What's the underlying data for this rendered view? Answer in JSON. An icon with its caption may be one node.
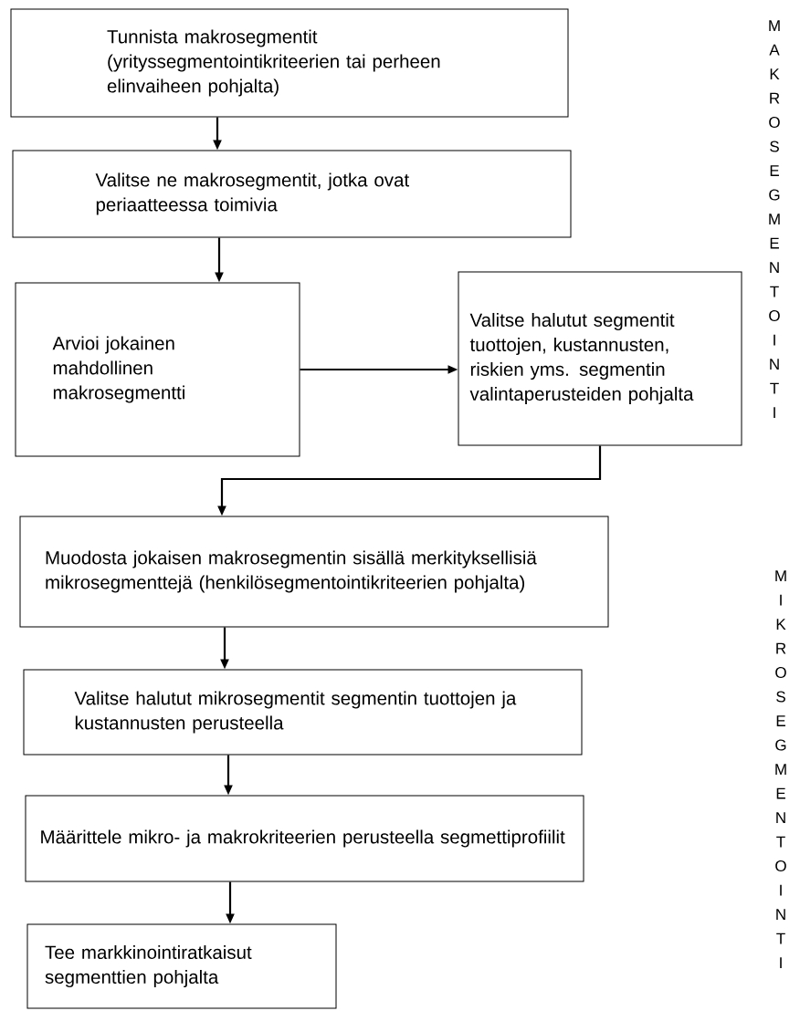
{
  "diagram": {
    "nodes": [
      {
        "text": [
          "Tunnista makrosegmentit (yrityssegmentointikriteerien tai perheen elinvaiheen pohjalta)"
        ]
      },
      {
        "text": [
          "Valitse ne makrosegmentit, jotka ovat periaatteessa toimivia"
        ]
      },
      {
        "text": [
          "Arvioi jokainen mahdollinen makrosegmentti"
        ]
      },
      {
        "text": [
          "Valitse halutut segmentit tuottojen, kustannusten, riskien yms. segmentin valintaperusteiden pohjalta"
        ]
      },
      {
        "text": [
          "Muodosta jokaisen makrosegmentin sisällä merkityksellisiä mikrosegmenttejä (henkilösegmentointikriteerien pohjalta)"
        ]
      },
      {
        "text": [
          "Valitse halutut mikrosegmentit segmentin tuottojen ja kustannusten perusteella"
        ]
      },
      {
        "text": [
          "Määrittele mikro- ja makrokriteerien perusteella segmettiprofiilit"
        ]
      },
      {
        "text": [
          "Tee markkinointiratkaisut segmenttien pohjalta"
        ]
      }
    ],
    "edges": [
      {
        "from": 0,
        "to": 1,
        "arrow": "to"
      },
      {
        "from": 1,
        "to": 2,
        "arrow": "to"
      },
      {
        "from": 2,
        "to": 3,
        "arrow": "to"
      },
      {
        "from": 3,
        "to": 4,
        "arrow": "to"
      },
      {
        "from": 4,
        "to": 5,
        "arrow": "to"
      },
      {
        "from": 5,
        "to": 6,
        "arrow": "to"
      },
      {
        "from": 6,
        "to": 7,
        "arrow": "to"
      }
    ],
    "labels": [
      "MAKROSEGMENTOINTI",
      "MIKROSEGMENTOINTI"
    ]
  }
}
